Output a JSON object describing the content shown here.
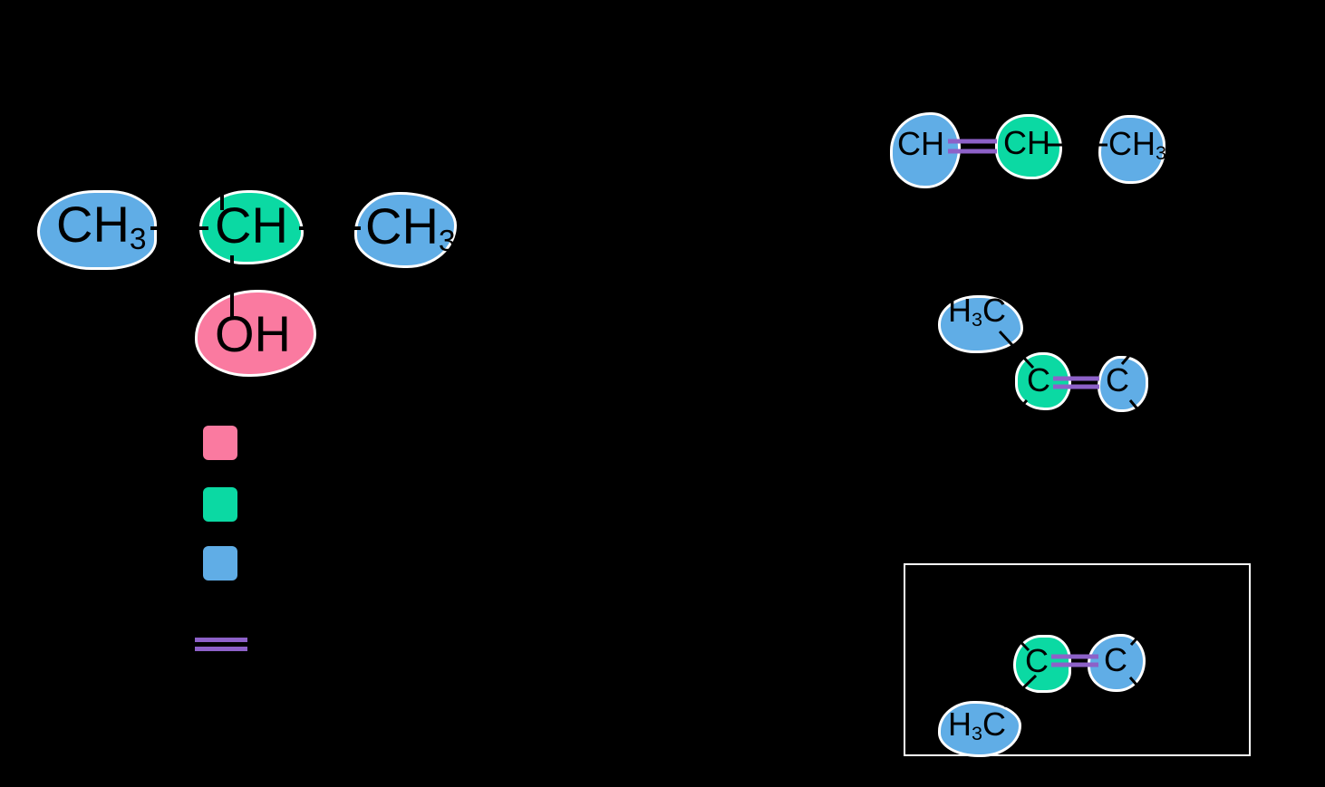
{
  "palette": {
    "background": "#000000",
    "ink": "#000000",
    "blue": "#60ade6",
    "green": "#0bd9a3",
    "pink": "#fa7aa0",
    "purple": "#8d61c8",
    "outline": "#ffffff"
  },
  "molecule_left": {
    "group1": {
      "text": "CH",
      "sub": "3"
    },
    "group2": {
      "text": "CH",
      "sub": ""
    },
    "group3": {
      "text": "CH",
      "sub": "3"
    },
    "hydroxyl": {
      "text": "OH",
      "sub": ""
    }
  },
  "molecule_top_right": {
    "group1": {
      "text": "CH",
      "sub": ""
    },
    "group2": {
      "text": "CH",
      "sub": ""
    },
    "group3": {
      "text": "CH",
      "sub": "3"
    }
  },
  "molecule_mid_right": {
    "methyl": {
      "h": "H",
      "sub": "3",
      "c": "C"
    },
    "carbon_left": "C",
    "carbon_right": "C"
  },
  "molecule_boxed": {
    "methyl": {
      "h": "H",
      "sub": "3",
      "c": "C"
    },
    "carbon_left": "C",
    "carbon_right": "C"
  },
  "legend": {
    "swatches": [
      {
        "name": "pink-highlight",
        "color": "#fa7aa0"
      },
      {
        "name": "green-highlight",
        "color": "#0bd9a3"
      },
      {
        "name": "blue-highlight",
        "color": "#60ade6"
      }
    ],
    "double_bond_color": "#8d61c8"
  }
}
